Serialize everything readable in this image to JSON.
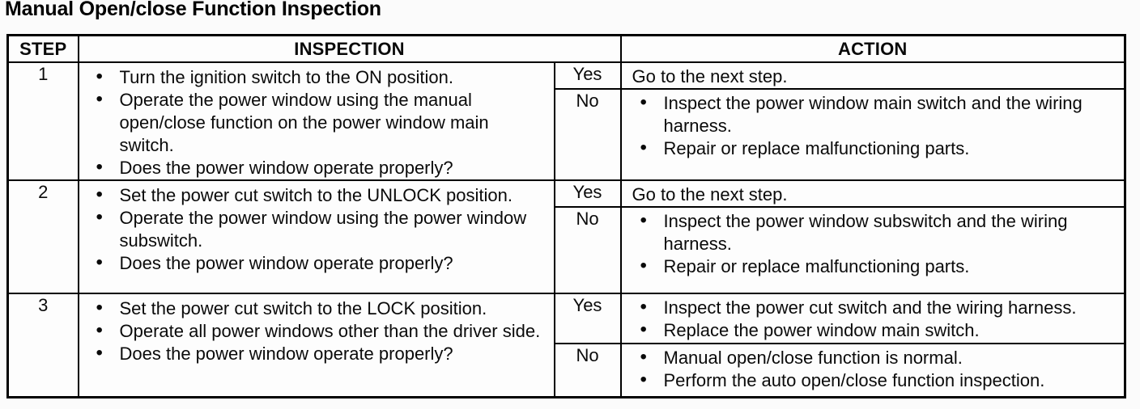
{
  "page_title": "Manual Open/close Function Inspection",
  "icons": {
    "bullet": "•"
  },
  "table": {
    "headers": {
      "step": "STEP",
      "inspection": "INSPECTION",
      "action": "ACTION"
    },
    "rows": [
      {
        "step": "1",
        "inspection": [
          "Turn the ignition switch to the ON position.",
          "Operate the power window using the manual open/close function on the power window main switch.",
          "Does the power window operate properly?"
        ],
        "yes": {
          "label": "Yes",
          "text": "Go to the next step."
        },
        "no": {
          "label": "No",
          "actions": [
            "Inspect the power window main switch and the wiring harness.",
            "Repair or replace malfunctioning parts."
          ]
        }
      },
      {
        "step": "2",
        "inspection": [
          "Set the power cut switch to the UNLOCK position.",
          "Operate the power window using the power window subswitch.",
          "Does the power window operate properly?"
        ],
        "yes": {
          "label": "Yes",
          "text": "Go to the next step."
        },
        "no": {
          "label": "No",
          "actions": [
            "Inspect the power window subswitch and the wiring harness.",
            "Repair or replace malfunctioning parts."
          ]
        }
      },
      {
        "step": "3",
        "inspection": [
          "Set the power cut switch to the LOCK position.",
          "Operate all power windows other than the driver side.",
          "Does the power window operate properly?"
        ],
        "yes": {
          "label": "Yes",
          "actions": [
            "Inspect the power cut switch and the wiring harness.",
            "Replace the power window main switch."
          ]
        },
        "no": {
          "label": "No",
          "actions": [
            "Manual open/close function is normal.",
            "Perform the auto open/close function inspection."
          ]
        }
      }
    ]
  }
}
